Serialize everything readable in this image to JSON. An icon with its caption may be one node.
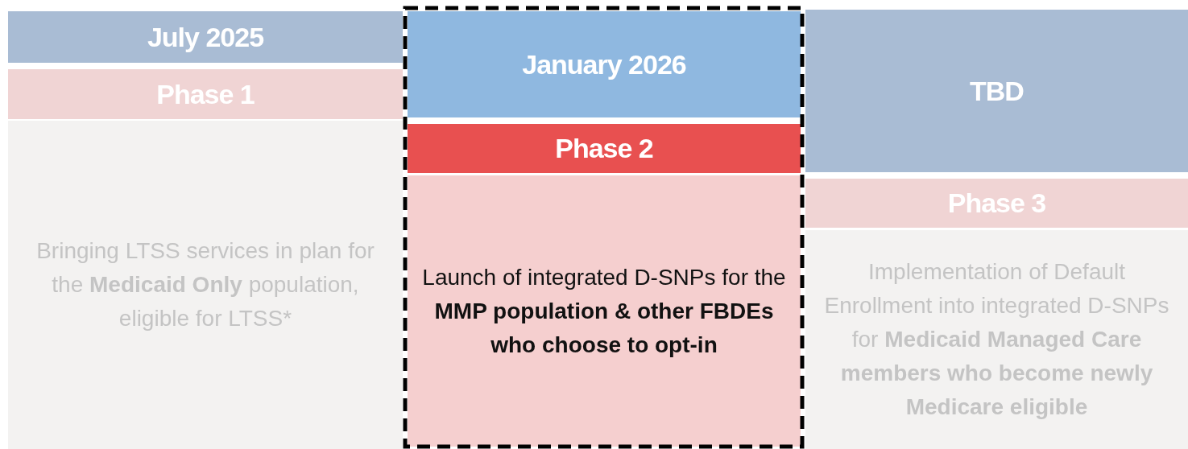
{
  "diagram": {
    "nodes": [
      {
        "text": [
          "July 2025"
        ]
      },
      {
        "text": [
          "Phase 1"
        ]
      },
      {
        "text": [
          "Bringing LTSS services in plan for the **Medicaid Only** population, eligible for LTSS*"
        ]
      },
      {
        "text": [
          "January 2026"
        ]
      },
      {
        "text": [
          "Phase 2"
        ]
      },
      {
        "text": [
          "Launch of integrated D-SNPs for the **MMP population & other FBDEs who choose to opt-in**"
        ]
      },
      {
        "text": [
          "TBD"
        ]
      },
      {
        "text": [
          "Phase 3"
        ]
      },
      {
        "text": [
          "Implementation of Default Enrollment into integrated D-SNPs for **Medicaid Managed Care members who become newly Medicare eligible**"
        ]
      }
    ],
    "edges": []
  }
}
